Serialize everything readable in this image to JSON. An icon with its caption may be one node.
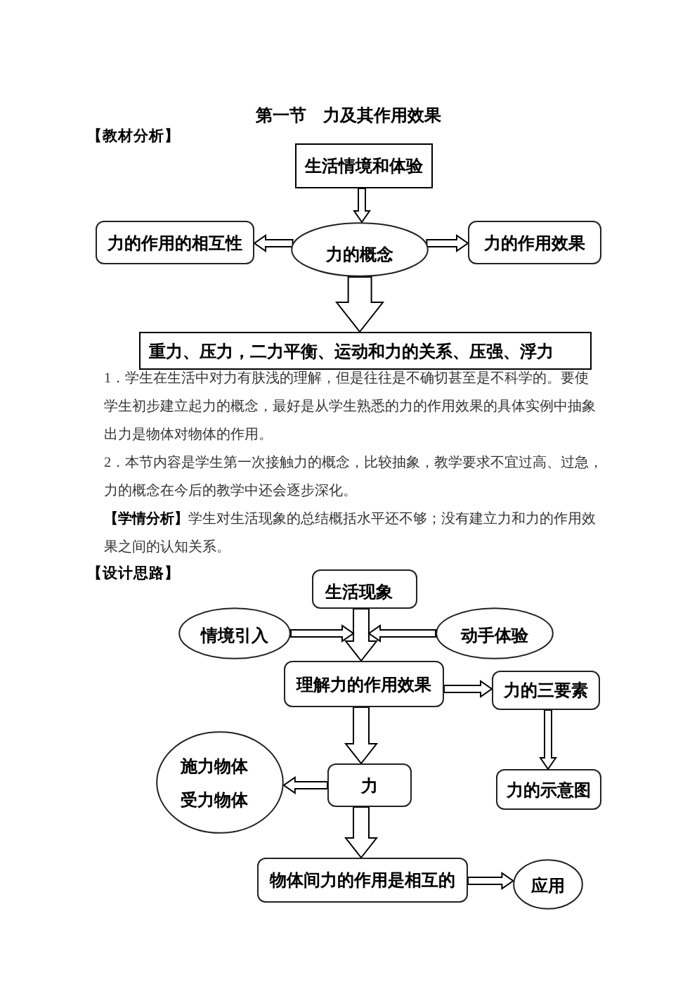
{
  "diagram": {
    "title": "第一节　力及其作用效果",
    "nodes": [
      {
        "text": [
          "生活情境和体验"
        ]
      },
      {
        "text": [
          "力的作用的相互性"
        ]
      },
      {
        "text": [
          "力的概念"
        ]
      },
      {
        "text": [
          "力的作用效果"
        ]
      },
      {
        "text": [
          "重力、压力，二力平衡、运动和力的关系、压强、浮力"
        ]
      },
      {
        "text": [
          "生活现象"
        ]
      },
      {
        "text": [
          "情境引入"
        ]
      },
      {
        "text": [
          "动手体验"
        ]
      },
      {
        "text": [
          "理解力的作用效果"
        ]
      },
      {
        "text": [
          "力的三要素"
        ]
      },
      {
        "text": [
          "施力物体",
          "受力物体"
        ]
      },
      {
        "text": [
          "力"
        ]
      },
      {
        "text": [
          "力的示意图"
        ]
      },
      {
        "text": [
          "物体间力的作用是相互的"
        ]
      },
      {
        "text": [
          "应用"
        ]
      }
    ],
    "edges": [
      {
        "from": 0,
        "to": 2,
        "arrow": "to"
      },
      {
        "from": 2,
        "to": 1,
        "arrow": "to"
      },
      {
        "from": 2,
        "to": 3,
        "arrow": "to"
      },
      {
        "from": 2,
        "to": 4,
        "arrow": "to",
        "style": "thick"
      },
      {
        "from": 5,
        "to": 8,
        "arrow": "to",
        "style": "thick"
      },
      {
        "from": 6,
        "to": 8,
        "arrow": "to"
      },
      {
        "from": 7,
        "to": 8,
        "arrow": "to"
      },
      {
        "from": 8,
        "to": 9,
        "arrow": "to"
      },
      {
        "from": 8,
        "to": 11,
        "arrow": "to",
        "style": "thick"
      },
      {
        "from": 9,
        "to": 12,
        "arrow": "to"
      },
      {
        "from": 11,
        "to": 10,
        "arrow": "to"
      },
      {
        "from": 11,
        "to": 13,
        "arrow": "to",
        "style": "thick"
      },
      {
        "from": 13,
        "to": 14,
        "arrow": "to"
      }
    ],
    "labels": [
      "【教材分析】",
      "1．学生在生活中对力有肤浅的理解，但是往往是不确切甚至是不科学的。要使学生初步建立起力的概念，最好是从学生熟悉的力的作用效果的具体实例中抽象出力是物体对物体的作用。",
      "2．本节内容是学生第一次接触力的概念，比较抽象，教学要求不宜过高、过急，力的概念在今后的教学中还会逐步深化。",
      "**【学情分析】**学生对生活现象的总结概括水平还不够；没有建立力和力的作用效果之间的认知关系。",
      "【设计思路】"
    ]
  }
}
